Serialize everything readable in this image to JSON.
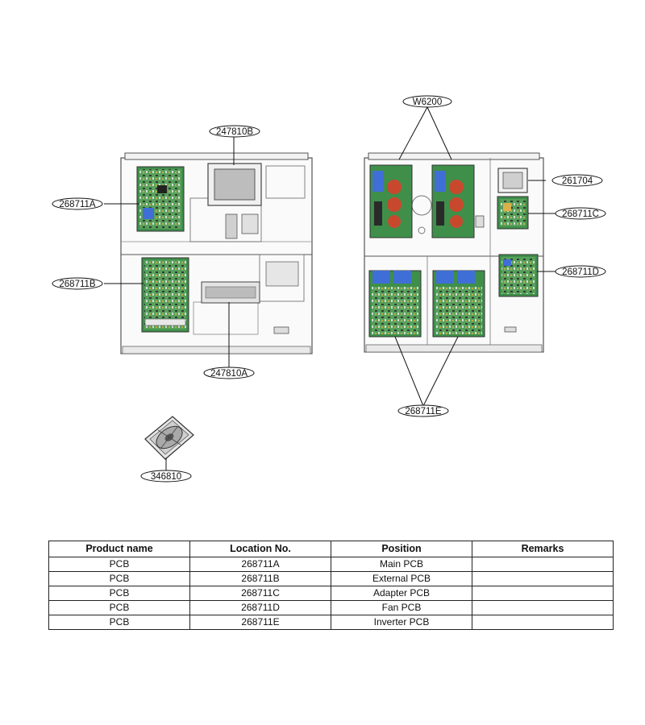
{
  "callouts": {
    "w6200": "W6200",
    "c247810b": "247810B",
    "c268711a": "268711A",
    "c268711b": "268711B",
    "c247810a": "247810A",
    "c261704": "261704",
    "c268711c": "268711C",
    "c268711d": "268711D",
    "c268711e": "268711E",
    "c346810": "346810"
  },
  "table": {
    "headers": [
      "Product name",
      "Location No.",
      "Position",
      "Remarks"
    ],
    "rows": [
      [
        "PCB",
        "268711A",
        "Main PCB",
        ""
      ],
      [
        "PCB",
        "268711B",
        "External PCB",
        ""
      ],
      [
        "PCB",
        "268711C",
        "Adapter PCB",
        ""
      ],
      [
        "PCB",
        "268711D",
        "Fan PCB",
        ""
      ],
      [
        "PCB",
        "268711E",
        "Inverter PCB",
        ""
      ]
    ]
  },
  "colors": {
    "pcb_green": "#3f8f4a",
    "capacitor_blue": "#3f6fd6",
    "inductor_red": "#c8482e"
  }
}
